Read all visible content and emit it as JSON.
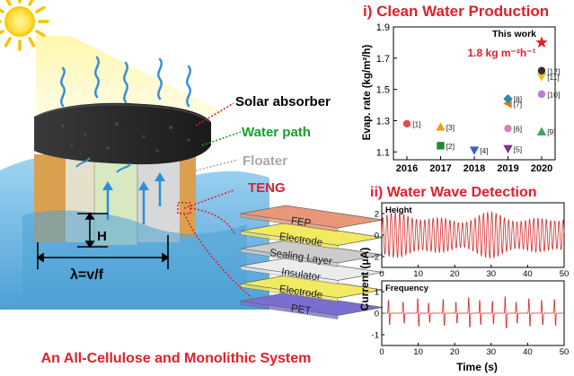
{
  "left": {
    "labels": {
      "solar_absorber": "Solar absorber",
      "water_path": "Water path",
      "floater": "Floater",
      "teng": "TENG",
      "h": "H",
      "lambda": "λ=v/f"
    },
    "layers": [
      "FEP",
      "Electrode",
      "Sealing Layer",
      "Insulator",
      "Electrode",
      "PET"
    ],
    "footer": "An All-Cellulose and Monolithic System"
  },
  "colors": {
    "red": "#e0202a",
    "green": "#16a02a",
    "gray": "#a8a8a8",
    "water": "#4da3d6",
    "absorber": "#2b2b2b",
    "trace": "#d42a2a"
  },
  "chart_data": [
    {
      "type": "scatter",
      "title": "i) Clean Water Production",
      "xlabel": "",
      "ylabel": "Evap. rate (kg/m²/h)",
      "xlim": [
        2015.6,
        2020.4
      ],
      "ylim": [
        1.05,
        1.9
      ],
      "xticks": [
        2016,
        2017,
        2018,
        2019,
        2020
      ],
      "yticks": [
        1.1,
        1.3,
        1.5,
        1.7,
        1.9
      ],
      "highlight": {
        "label": "This work",
        "value_label": "1.8 kg m⁻²h⁻¹",
        "x": 2020,
        "y": 1.8,
        "color": "#e0202a"
      },
      "points": [
        {
          "ref": "[1]",
          "x": 2016,
          "y": 1.28,
          "shape": "circle",
          "color": "#e04b4b"
        },
        {
          "ref": "[2]",
          "x": 2017,
          "y": 1.14,
          "shape": "square",
          "color": "#1f8a3a"
        },
        {
          "ref": "[3]",
          "x": 2017,
          "y": 1.26,
          "shape": "triangle-up",
          "color": "#e8a020"
        },
        {
          "ref": "[4]",
          "x": 2018,
          "y": 1.11,
          "shape": "triangle-down",
          "color": "#3a5fc8"
        },
        {
          "ref": "[5]",
          "x": 2019,
          "y": 1.12,
          "shape": "triangle-down",
          "color": "#8a2a9a"
        },
        {
          "ref": "[6]",
          "x": 2019,
          "y": 1.25,
          "shape": "circle",
          "color": "#e07ab0"
        },
        {
          "ref": "[7]",
          "x": 2019,
          "y": 1.41,
          "shape": "triangle-left",
          "color": "#e07a20"
        },
        {
          "ref": "[8]",
          "x": 2019,
          "y": 1.44,
          "shape": "diamond",
          "color": "#2a8ab0"
        },
        {
          "ref": "[9]",
          "x": 2020,
          "y": 1.23,
          "shape": "triangle-up",
          "color": "#3aa860"
        },
        {
          "ref": "[10]",
          "x": 2020,
          "y": 1.47,
          "shape": "circle",
          "color": "#c07ad8"
        },
        {
          "ref": "[11]",
          "x": 2020,
          "y": 1.58,
          "shape": "triangle-down",
          "color": "#e8c020"
        },
        {
          "ref": "[12]",
          "x": 2020,
          "y": 1.62,
          "shape": "circle",
          "color": "#303030"
        }
      ]
    },
    {
      "type": "line",
      "title": "ii) Water Wave Detection",
      "xlabel": "Time (s)",
      "ylabel": "Current (μA)",
      "xlim": [
        0,
        50
      ],
      "xticks": [
        0,
        10,
        20,
        30,
        40,
        50
      ],
      "panels": [
        {
          "name": "Height",
          "ylim": [
            -3,
            3
          ],
          "yticks": [
            2,
            0,
            -2
          ],
          "x_step": 0.1,
          "sample_count": 501,
          "amplitude_range": [
            1.0,
            2.2
          ],
          "period": 1.15
        },
        {
          "name": "Frequency",
          "ylim": [
            -1.5,
            1.5
          ],
          "yticks": [
            1,
            0,
            -1
          ],
          "x_step": 0.1,
          "sample_count": 501,
          "events": [
            2,
            6,
            10,
            13,
            17,
            20.5,
            24,
            27,
            30.5,
            34,
            37,
            40.5,
            44,
            47.5
          ],
          "event_peaks": [
            0.7,
            0.6,
            0.8,
            0.55,
            0.75,
            0.6,
            0.85,
            0.7,
            0.65,
            0.9,
            0.6,
            0.8,
            0.7,
            0.75
          ]
        }
      ]
    }
  ]
}
